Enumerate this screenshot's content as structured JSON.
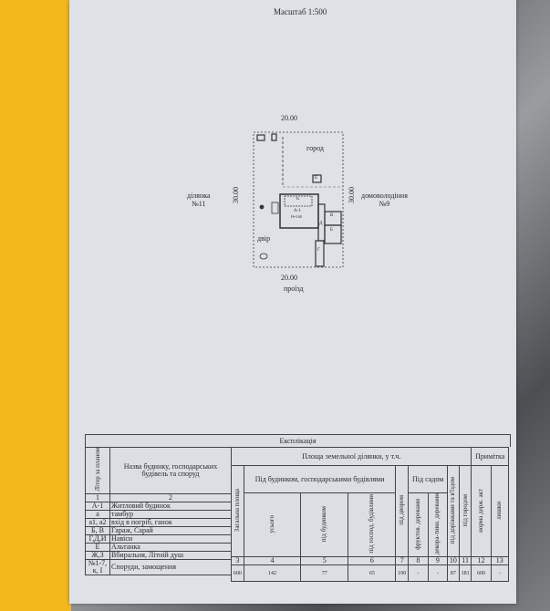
{
  "scale_title": "Масштаб 1:500",
  "plan": {
    "dim_top": "20.00",
    "dim_bottom": "20.00",
    "dim_left": "30.00",
    "dim_right": "30.00",
    "left_neighbor": "ділянка\n№11",
    "right_neighbor": "домоволодіння\n№9",
    "bottom_road": "проїзд",
    "garden": "город",
    "yard": "двір",
    "house": "А-1",
    "house_h": "Н=3.60",
    "tambur": "Та",
    "g": "Г",
    "d": "Д",
    "b": "Б",
    "v": "В",
    "e": "Е"
  },
  "table": {
    "title": "Експлікація",
    "col1_header": "Літер за планом",
    "col2_header": "Назва будинку, господарських будівель та споруд",
    "area_header": "Площа земельної ділянки, у т.ч.",
    "note_header": "Примітка",
    "total_area": "Загальна площа",
    "under_buildings": "Під будинком, господарськими будівлями",
    "total": "усього",
    "under_house": "під будинком",
    "under_outbuildings": "під господ. будівлями",
    "under_yard": "під двором",
    "under_garden": "Під садом",
    "fruit": "фруктов. деревами",
    "decor": "декора-тивн. деревами",
    "paths": "під доріжками та в'їздом",
    "vegetable": "під городом",
    "norm": "норма держ. акт",
    "excess": "лишки",
    "left_numbers": [
      "1",
      "2"
    ],
    "col_numbers": [
      "3",
      "4",
      "5",
      "6",
      "7",
      "8",
      "9",
      "10",
      "11",
      "12",
      "13"
    ],
    "values": [
      "600",
      "142",
      "77",
      "65",
      "190",
      "-",
      "-",
      "87",
      "181",
      "600",
      "-"
    ],
    "rows": [
      {
        "code": "А-1",
        "name": "Житловий будинок"
      },
      {
        "code": "а",
        "name": "тамбур"
      },
      {
        "code": "а1, а2",
        "name": "вхід в погріб, ганок"
      },
      {
        "code": "Б, В",
        "name": "Гараж, Сарай"
      },
      {
        "code": "Г,Д,И",
        "name": "Навіси"
      },
      {
        "code": "Е",
        "name": "Альтанка"
      },
      {
        "code": "Ж,З",
        "name": "Вбиральня, Літній душ"
      },
      {
        "code": "№1-7, к, І",
        "name": "Споруди, замощення"
      }
    ]
  }
}
